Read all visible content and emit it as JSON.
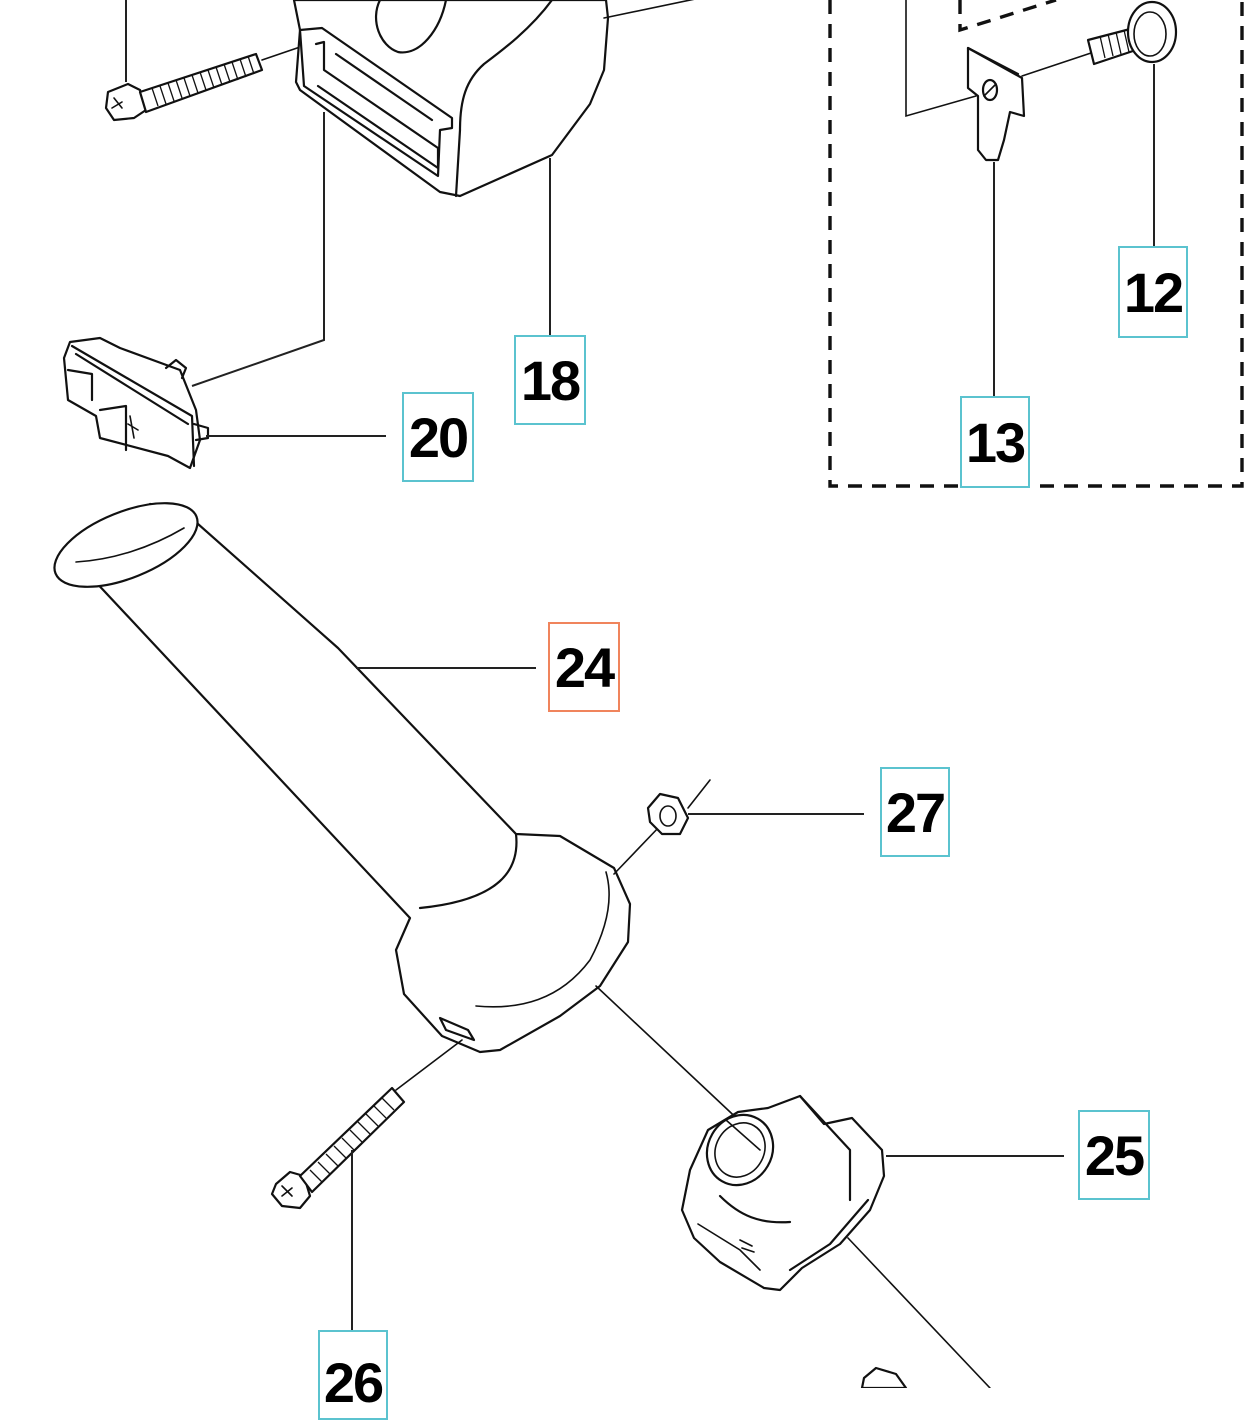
{
  "diagram": {
    "type": "exploded-parts-diagram",
    "callout_color": "#5bc3cf",
    "selected_callout_color": "#f0845c",
    "callouts": [
      {
        "id": "12",
        "label": "12",
        "part": "screw-with-washer",
        "selected": false
      },
      {
        "id": "13",
        "label": "13",
        "part": "ignition-key",
        "selected": false
      },
      {
        "id": "18",
        "label": "18",
        "part": "handle-housing",
        "selected": false
      },
      {
        "id": "20",
        "label": "20",
        "part": "switch",
        "selected": false
      },
      {
        "id": "24",
        "label": "24",
        "part": "handle-grip",
        "selected": true
      },
      {
        "id": "25",
        "label": "25",
        "part": "handle-clamp",
        "selected": false
      },
      {
        "id": "26",
        "label": "26",
        "part": "screw",
        "selected": false
      },
      {
        "id": "27",
        "label": "27",
        "part": "nut",
        "selected": false
      }
    ]
  }
}
